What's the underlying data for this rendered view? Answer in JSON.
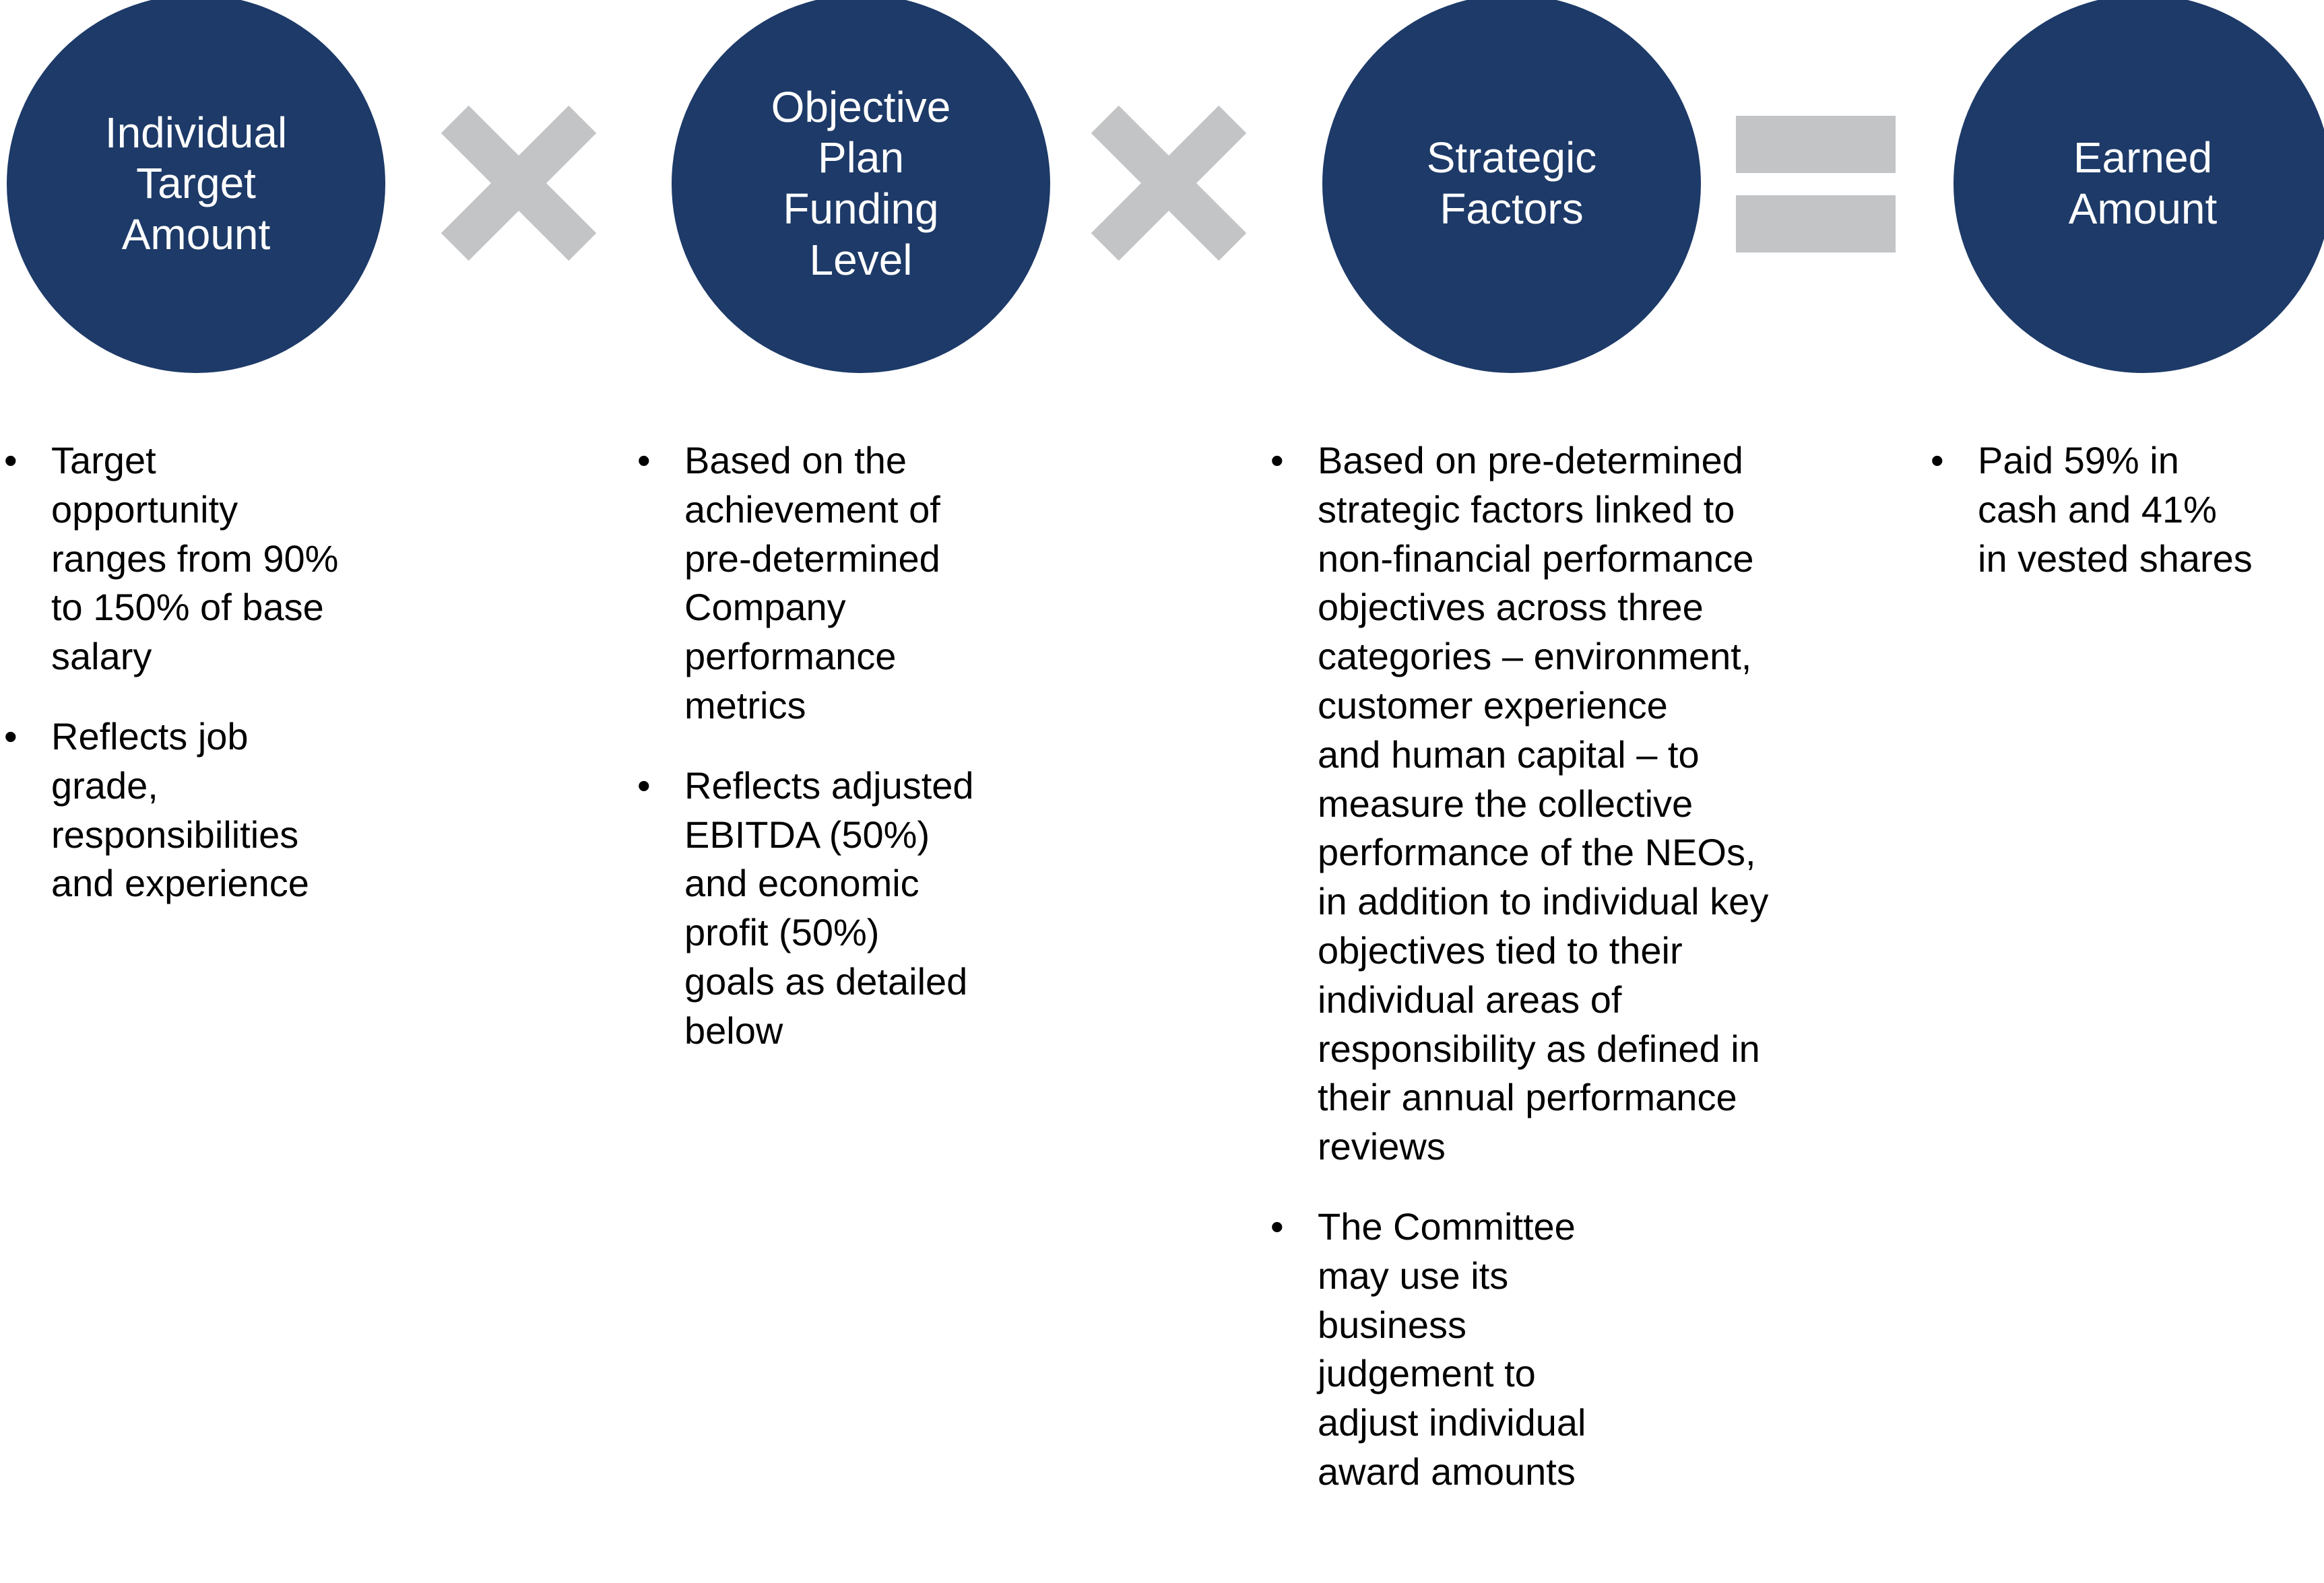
{
  "colors": {
    "circle_fill": "#1d3a68",
    "circle_text": "#ffffff",
    "operator_gray": "#c3c4c6",
    "body_text": "#000000",
    "background": "#ffffff"
  },
  "formula": {
    "nodes": [
      {
        "id": "individual-target-amount",
        "label": "Individual\nTarget\nAmount"
      },
      {
        "id": "objective-plan-funding-level",
        "label": "Objective\nPlan\nFunding\nLevel"
      },
      {
        "id": "strategic-factors",
        "label": "Strategic\nFactors"
      },
      {
        "id": "earned-amount",
        "label": "Earned\nAmount"
      }
    ],
    "operators": [
      {
        "id": "multiply-1",
        "symbol": "×",
        "name": "multiply-icon"
      },
      {
        "id": "multiply-2",
        "symbol": "×",
        "name": "multiply-icon"
      },
      {
        "id": "equals",
        "symbol": "=",
        "name": "equals-icon"
      }
    ]
  },
  "columns": [
    {
      "id": "individual-target-amount-details",
      "bullet": "•",
      "items": [
        "Target\nopportunity\nranges from 90%\nto 150% of base\nsalary",
        "Reflects job\ngrade,\nresponsibilities\nand experience"
      ]
    },
    {
      "id": "objective-plan-funding-level-details",
      "bullet": "•",
      "items": [
        "Based on the\nachievement of\npre-determined\nCompany\nperformance\nmetrics",
        "Reflects adjusted\nEBITDA (50%)\nand economic\nprofit (50%)\ngoals as detailed\nbelow"
      ]
    },
    {
      "id": "strategic-factors-details",
      "bullet": "•",
      "items": [
        "Based on pre-determined\nstrategic factors linked to\nnon-financial performance\nobjectives across three\ncategories – environment,\ncustomer experience\nand human capital – to\nmeasure the collective\nperformance of the NEOs,\nin addition to individual key\nobjectives tied to their\nindividual areas of\nresponsibility as defined in\ntheir annual performance\nreviews",
        "The Committee\nmay use its\nbusiness\njudgement to\nadjust individual\naward amounts"
      ]
    },
    {
      "id": "earned-amount-details",
      "bullet": "•",
      "items": [
        "Paid 59% in\ncash and 41%\nin vested shares"
      ]
    }
  ]
}
